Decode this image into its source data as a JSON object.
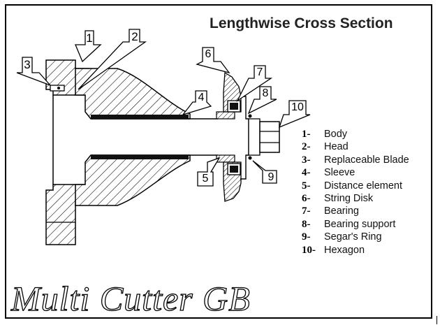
{
  "title": "Lengthwise Cross Section",
  "brand": "Multi Cutter GB",
  "callouts": [
    "1",
    "2",
    "3",
    "4",
    "5",
    "6",
    "7",
    "8",
    "9",
    "10"
  ],
  "legend": [
    {
      "num": "1-",
      "label": "Body"
    },
    {
      "num": "2-",
      "label": "Head"
    },
    {
      "num": "3-",
      "label": "Replaceable Blade"
    },
    {
      "num": "4-",
      "label": "Sleeve"
    },
    {
      "num": "5-",
      "label": "Distance element"
    },
    {
      "num": "6-",
      "label": "String Disk"
    },
    {
      "num": "7-",
      "label": "Bearing"
    },
    {
      "num": "8-",
      "label": "Bearing support"
    },
    {
      "num": "9-",
      "label": "Segar's Ring"
    },
    {
      "num": "10-",
      "label": "Hexagon"
    }
  ]
}
